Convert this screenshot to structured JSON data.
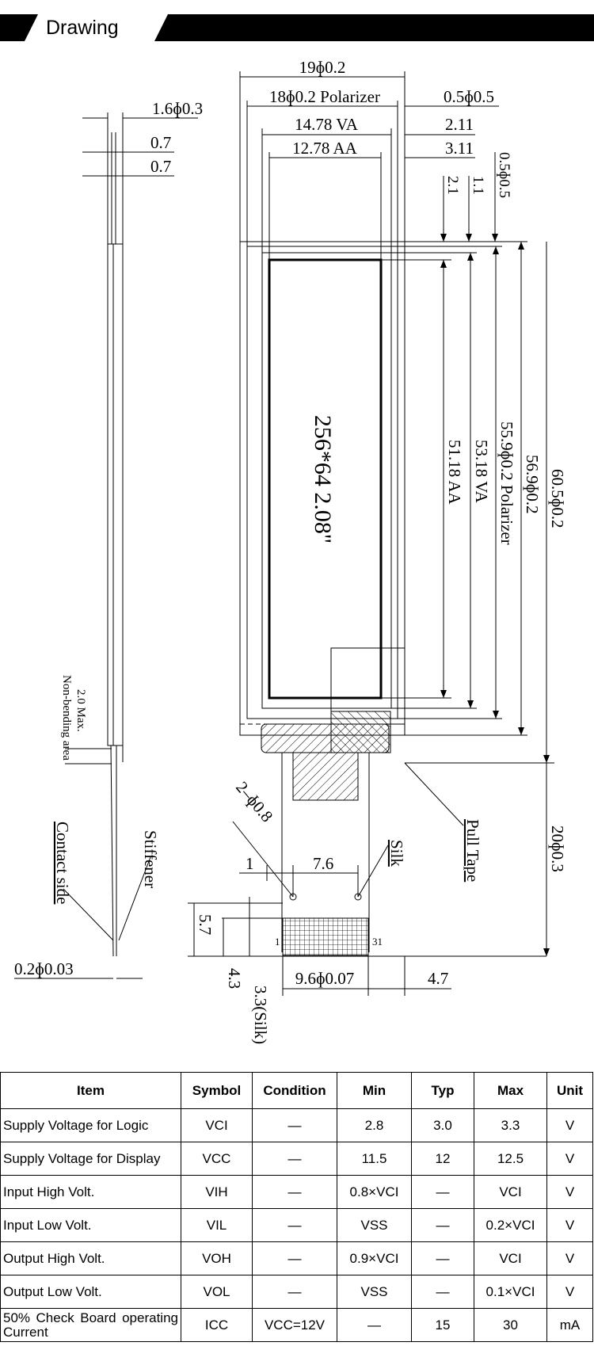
{
  "header": {
    "title": "Drawing"
  },
  "drawing": {
    "dims": {
      "w_total": "19ɸ0.2",
      "w_polarizer": "18ɸ0.2 Polarizer",
      "w_va": "14.78 VA",
      "w_aa": "12.78 AA",
      "r_off1": "0.5ɸ0.5",
      "r_off2": "2.11",
      "r_off3": "3.11",
      "top_v1": "2.1",
      "top_v2": "1.1",
      "top_v3": "0.5ɸ0.5",
      "h_aa": "51.18 AA",
      "h_va": "53.18 VA",
      "h_polarizer": "55.9ɸ0.2 Polarizer",
      "h_glass": "56.9ɸ0.2",
      "h_total": "60.5ɸ0.2",
      "h_fpc": "20ɸ0.3",
      "t_total": "1.6ɸ0.3",
      "t_a": "0.7",
      "t_b": "0.7",
      "holes": "2–ɸ0.8",
      "d_1": "1",
      "d_7_6": "7.6",
      "d_5_7": "5.7",
      "d_4_3": "4.3",
      "d_3_3": "3.3(Silk)",
      "d_9_6": "9.6ɸ0.07",
      "d_4_7": "4.7",
      "d_0_2": "0.2ɸ0.03",
      "pin_first": "1",
      "pin_last": "31",
      "display_label": "256*64  2.08\""
    },
    "labels": {
      "silk": "Silk",
      "pull_tape": "Pull Tape",
      "stiffener": "Stiffener",
      "contact_side": "Contact side",
      "non_bending_1": "2.0 Max.",
      "non_bending_2": "Non-bending area"
    }
  },
  "table": {
    "headers": [
      "Item",
      "Symbol",
      "Condition",
      "Min",
      "Typ",
      "Max",
      "Unit"
    ],
    "rows": [
      [
        "Supply Voltage for Logic",
        "VCI",
        "—",
        "2.8",
        "3.0",
        "3.3",
        "V"
      ],
      [
        "Supply Voltage for Display",
        "VCC",
        "—",
        "11.5",
        "12",
        "12.5",
        "V"
      ],
      [
        "Input High Volt.",
        "VIH",
        "—",
        "0.8×VCI",
        "—",
        "VCI",
        "V"
      ],
      [
        "Input Low Volt.",
        "VIL",
        "—",
        "VSS",
        "—",
        "0.2×VCI",
        "V"
      ],
      [
        "Output High Volt.",
        "VOH",
        "—",
        "0.9×VCI",
        "—",
        "VCI",
        "V"
      ],
      [
        "Output Low Volt.",
        "VOL",
        "—",
        "VSS",
        "—",
        "0.1×VCI",
        "V"
      ],
      [
        "50% Check Board operating Current",
        "ICC",
        "VCC=12V",
        "—",
        "15",
        "30",
        "mA"
      ]
    ]
  }
}
